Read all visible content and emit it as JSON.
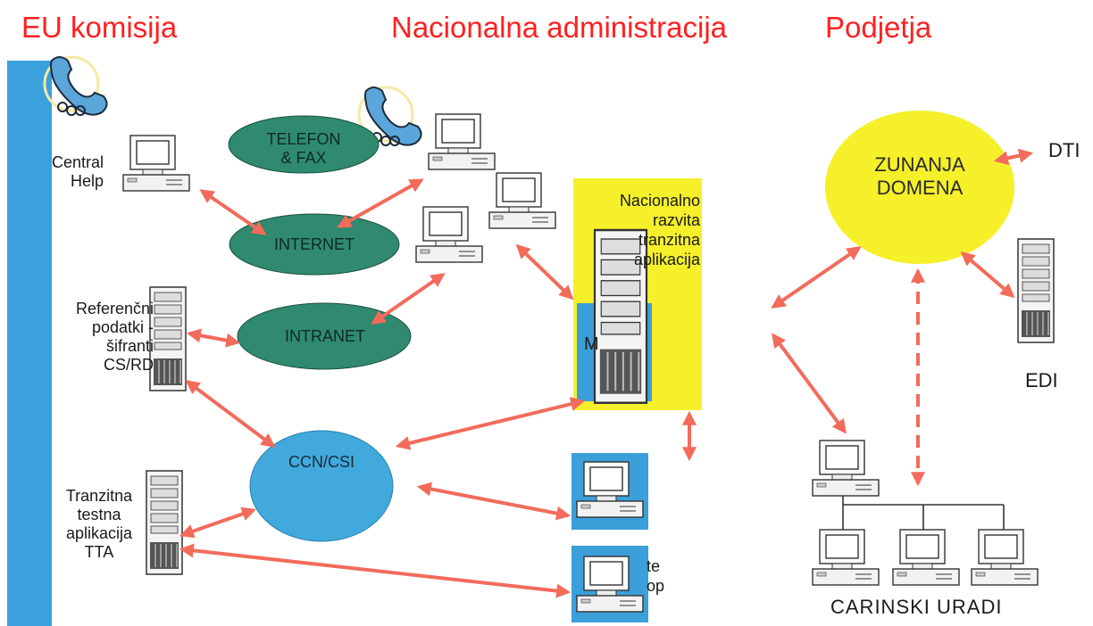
{
  "headers": {
    "eu": "EU komisija",
    "national": "Nacionalna administracija",
    "companies": "Podjetja"
  },
  "nodes": {
    "telefon_fax": "TELEFON\n& FAX",
    "internet": "INTERNET",
    "intranet": "INTRANET",
    "ccn_csi": "CCN/CSI",
    "zunanja_domena": "ZUNANJA\nDOMENA",
    "nacionalno_razvita": "Nacionalno\nrazvita\ntranzitna\naplikacija",
    "blue_box_fragment": "M",
    "bottom_box_fragment": "te\nop"
  },
  "labels": {
    "central_help": "Central\nHelp",
    "referencni": "Referenčni\npodatki -\nšifranti\nCS/RD",
    "tranzitna": "Tranzitna\ntestna\naplikacija\nTTA",
    "dti": "DTI",
    "edi": "EDI",
    "carinski_uradi": "CARINSKI URADI"
  },
  "colors": {
    "header_red": "#ff1f1f",
    "arrow": "#f26b5b",
    "ellipse_green": "#2f8a6f",
    "ellipse_blue": "#41a9dc",
    "highlight_yellow": "#f5f02a",
    "bar_blue": "#3aa1dc",
    "box_blue": "#3b9fd9"
  }
}
